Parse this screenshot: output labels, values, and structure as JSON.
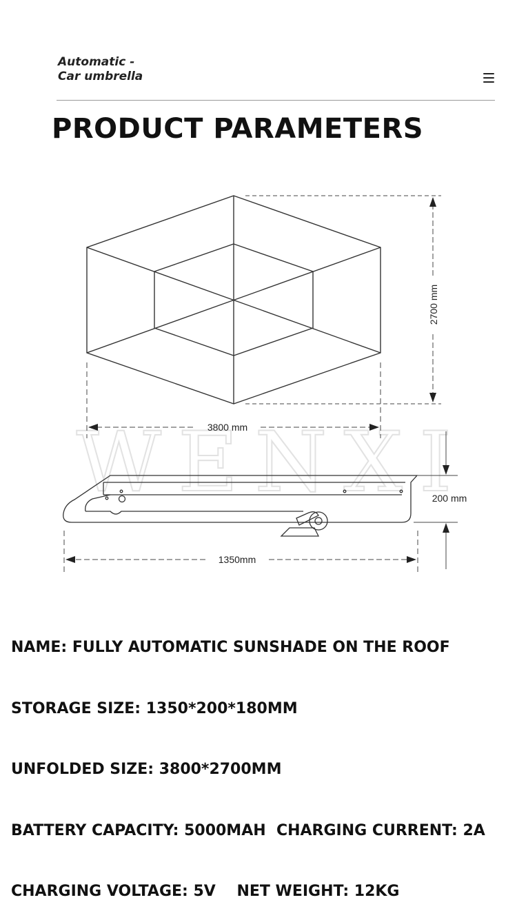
{
  "header": {
    "brand_line1": "Automatic -",
    "brand_line2": "Car umbrella",
    "menu_icon": "hamburger-menu-icon"
  },
  "title": "PRODUCT PARAMETERS",
  "diagram": {
    "watermark": "WENXI",
    "dim_height": "2700 mm",
    "dim_width": "3800 mm",
    "dim_thickness": "200 mm",
    "dim_length": "1350mm"
  },
  "specs": {
    "name": "NAME: FULLY AUTOMATIC SUNSHADE ON THE ROOF",
    "storage": "STORAGE SIZE: 1350*200*180MM",
    "unfolded": "UNFOLDED SIZE: 3800*2700MM",
    "battery": "BATTERY CAPACITY: 5000MAH  CHARGING CURRENT: 2A",
    "voltage": "CHARGING VOLTAGE: 5V    NET WEIGHT: 12KG"
  },
  "colors": {
    "line": "#333333",
    "watermark": "#e6e6e6"
  }
}
